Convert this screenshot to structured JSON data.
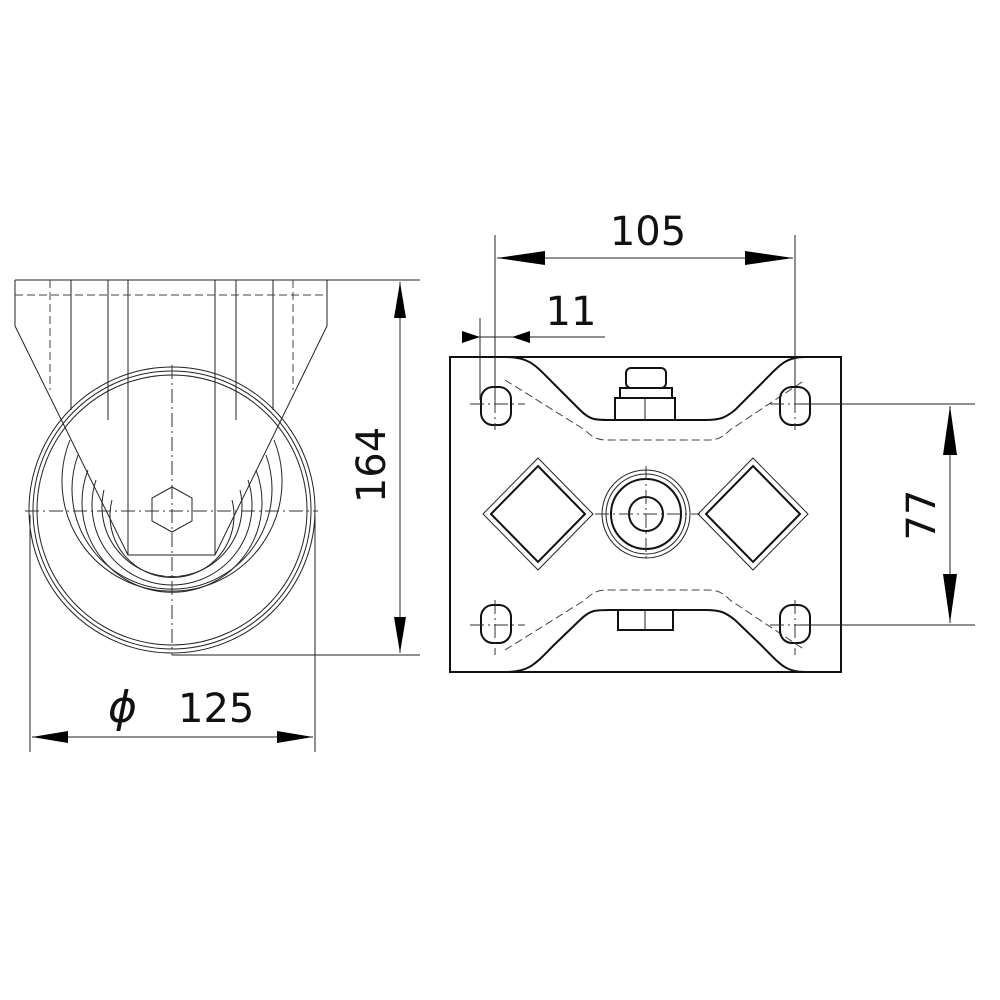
{
  "drawing": {
    "side_view": {
      "height_dimension": "164",
      "diameter_symbol": "ϕ",
      "diameter_dimension": "125"
    },
    "top_plate_view": {
      "hole_spacing_x": "105",
      "hole_offset": "11",
      "hole_spacing_y": "77"
    },
    "colors": {
      "line": "#111111",
      "background": "#ffffff"
    }
  }
}
